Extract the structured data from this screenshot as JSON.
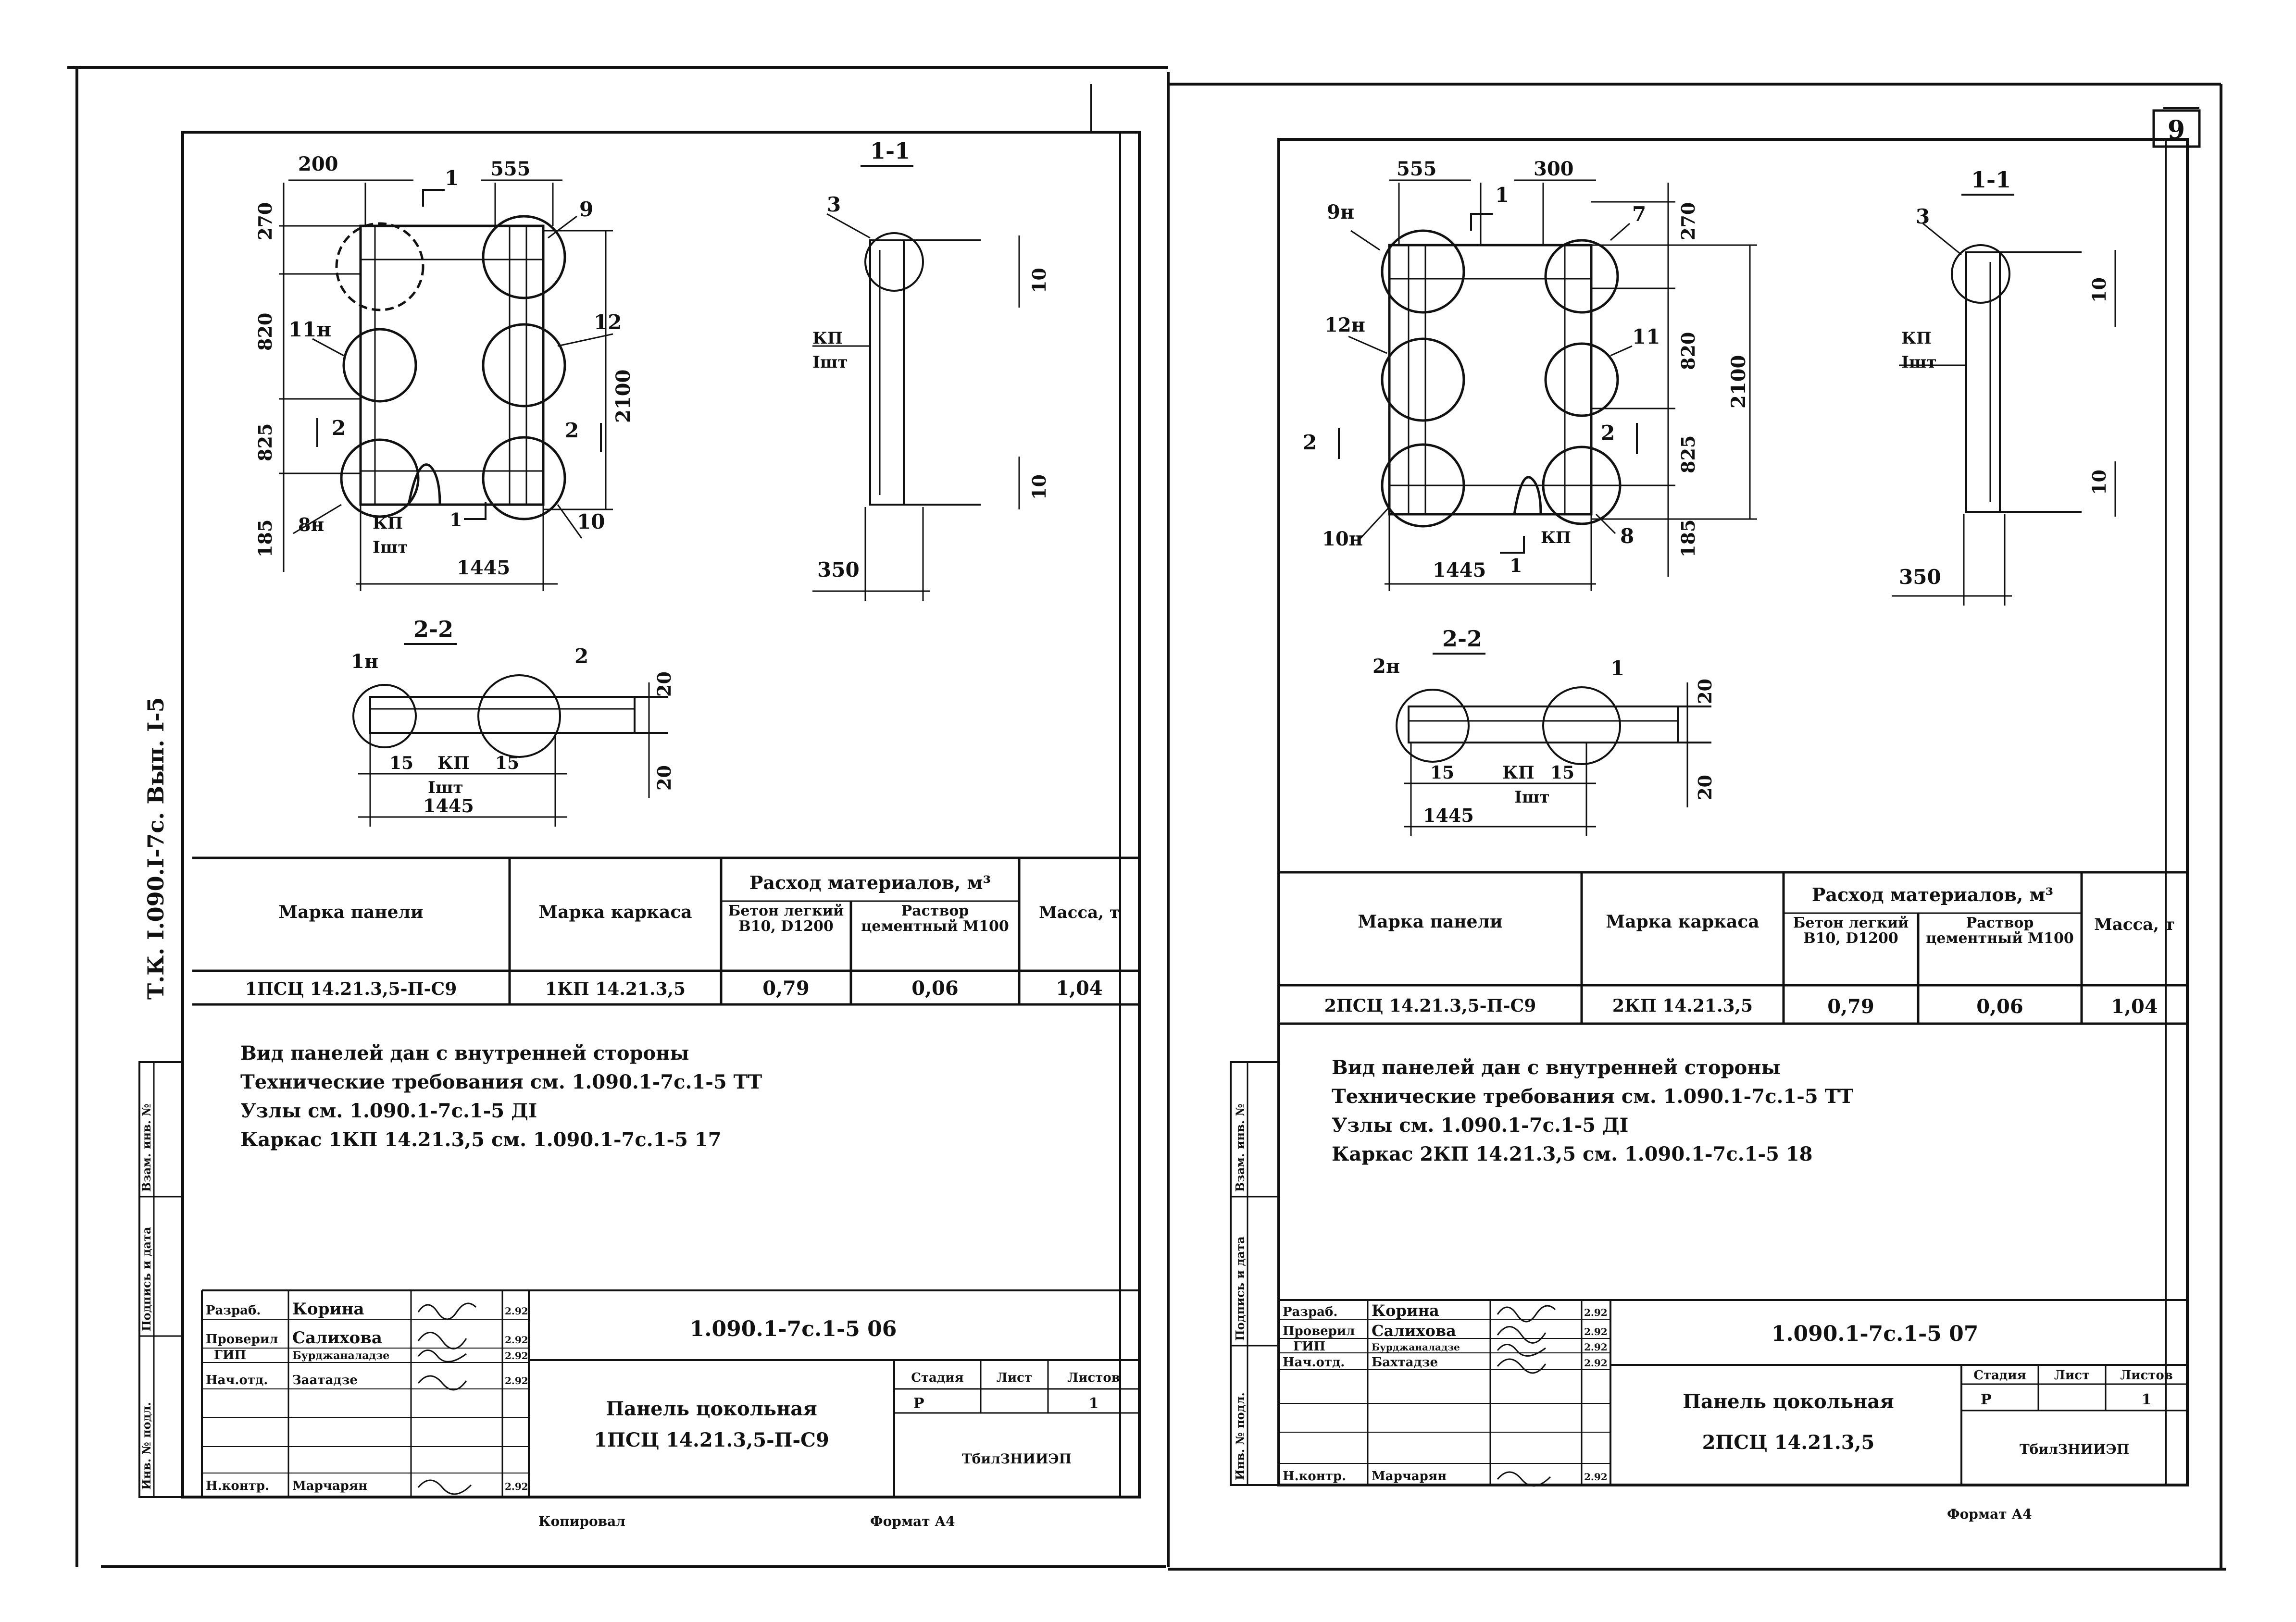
{
  "spine_label": "Т.К. I.090.I-7с. Вып. I-5",
  "page_number": "9",
  "footer": {
    "left_left": "Копировал",
    "left_right": "Формат А4",
    "right": "Формат А4"
  },
  "stamp_cols": [
    "Инв. № подл.",
    "Подпись и дата",
    "Взам. инв. №"
  ],
  "sheets": [
    {
      "drawing": {
        "dims": [
          "200",
          "555",
          "270",
          "820",
          "825",
          "185",
          "1445",
          "2100"
        ],
        "callouts": [
          "9",
          "11н",
          "12",
          "2",
          "2",
          "8н",
          "КП",
          "Iшт",
          "10",
          "1",
          "1"
        ],
        "section_11_title": "1-1",
        "section_11": [
          "3",
          "КП",
          "Iшт",
          "10",
          "10",
          "350"
        ],
        "section_22_title": "2-2",
        "section_22": [
          "1н",
          "2",
          "20",
          "20",
          "15",
          "КП",
          "15",
          "Iшт",
          "1445"
        ]
      },
      "table": {
        "col_panel": "Марка панели",
        "col_frame": "Марка каркаса",
        "col_materials": "Расход материалов, м³",
        "col_concrete": "Бетон легкий В10, D1200",
        "col_mortar": "Раствор цементный М100",
        "col_mass": "Масса, т",
        "row": {
          "panel": "1ПСЦ 14.21.3,5-П-С9",
          "frame": "1КП 14.21.3,5",
          "concrete": "0,79",
          "mortar": "0,06",
          "mass": "1,04"
        }
      },
      "notes": [
        "Вид панелей дан с внутренней стороны",
        "Технические требования см.   1.090.1-7с.1-5 ТТ",
        "Узлы см.   1.090.1-7с.1-5 ДI",
        "Каркас 1КП 14.21.3,5 см.      1.090.1-7с.1-5 17"
      ],
      "titleblock": {
        "roles": [
          "Разраб.",
          "Проверил",
          "ГИП",
          "Нач.отд.",
          "",
          "",
          "Н.контр."
        ],
        "names": [
          "Корина",
          "Салихова",
          "Бурджаналадзе",
          "Заатадзе",
          "",
          "",
          "Марчарян"
        ],
        "dates": [
          "2.92",
          "2.92",
          "2.92",
          "2.92",
          "",
          "",
          "2.92"
        ],
        "code": "1.090.1-7с.1-5 06",
        "title1": "Панель цокольная",
        "title2": "1ПСЦ 14.21.3,5-П-С9",
        "h_stage": "Стадия",
        "h_sheet": "Лист",
        "h_sheets": "Листов",
        "stage": "Р",
        "sheets": "1",
        "org": "ТбилЗНИИЭП"
      }
    },
    {
      "drawing": {
        "dims": [
          "555",
          "300",
          "270",
          "820",
          "825",
          "185",
          "1445",
          "2100"
        ],
        "callouts": [
          "9н",
          "7",
          "12н",
          "11",
          "2",
          "2",
          "10н",
          "КП",
          "8",
          "1",
          "1"
        ],
        "section_11_title": "1-1",
        "section_11": [
          "3",
          "КП",
          "Iшт",
          "10",
          "10",
          "350"
        ],
        "section_22_title": "2-2",
        "section_22": [
          "2н",
          "1",
          "20",
          "20",
          "15",
          "КП",
          "15",
          "Iшт",
          "1445"
        ]
      },
      "table": {
        "col_panel": "Марка панели",
        "col_frame": "Марка каркаса",
        "col_materials": "Расход материалов, м³",
        "col_concrete": "Бетон легкий В10, D1200",
        "col_mortar": "Раствор цементный М100",
        "col_mass": "Масса, т",
        "row": {
          "panel": "2ПСЦ 14.21.3,5-П-С9",
          "frame": "2КП 14.21.3,5",
          "concrete": "0,79",
          "mortar": "0,06",
          "mass": "1,04"
        }
      },
      "notes": [
        "Вид панелей дан с внутренней стороны",
        "Технические требования см.   1.090.1-7с.1-5 ТТ",
        "Узлы см.   1.090.1-7с.1-5 ДI",
        "Каркас 2КП 14.21.3,5 см. 1.090.1-7с.1-5 18"
      ],
      "titleblock": {
        "roles": [
          "Разраб.",
          "Проверил",
          "ГИП",
          "Нач.отд.",
          "",
          "",
          "Н.контр."
        ],
        "names": [
          "Корина",
          "Салихова",
          "Бурджаналадзе",
          "Бахтадзе",
          "",
          "",
          "Марчарян"
        ],
        "dates": [
          "2.92",
          "2.92",
          "2.92",
          "2.92",
          "",
          "",
          "2.92"
        ],
        "code": "1.090.1-7с.1-5 07",
        "title1": "Панель цокольная",
        "title2": "2ПСЦ 14.21.3,5",
        "h_stage": "Стадия",
        "h_sheet": "Лист",
        "h_sheets": "Листов",
        "stage": "Р",
        "sheets": "1",
        "org": "ТбилЗНИИЭП"
      }
    }
  ]
}
